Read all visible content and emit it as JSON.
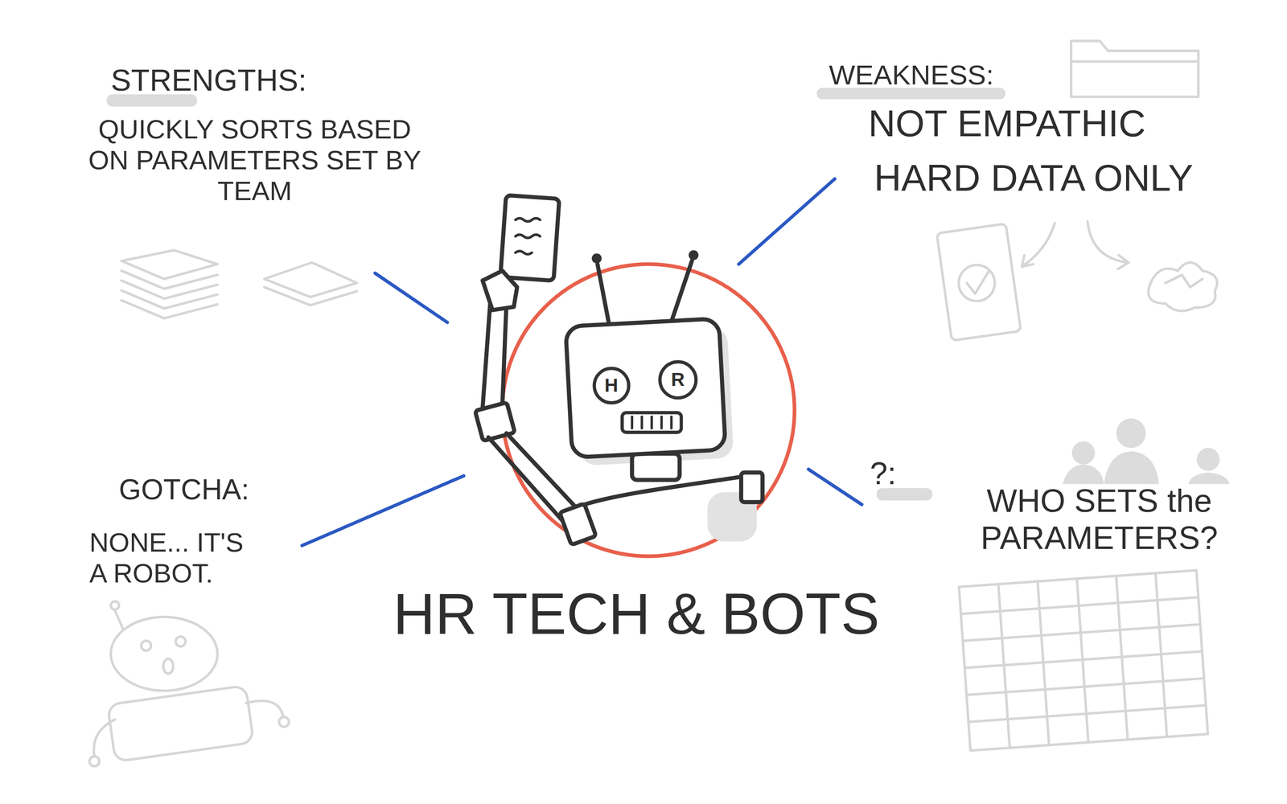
{
  "diagram": {
    "title": "HR TECH & BOTS",
    "labels": [
      "STRENGTHS:",
      "QUICKLY SORTS BASED ON PARAMETERS SET BY TEAM",
      "WEAKNESS:",
      "NOT EMPATHIC",
      "HARD DATA ONLY",
      "H",
      "R",
      "GOTCHA:",
      "NONE... IT'S A ROBOT.",
      "?:",
      "WHO SETS the PARAMETERS?"
    ]
  }
}
